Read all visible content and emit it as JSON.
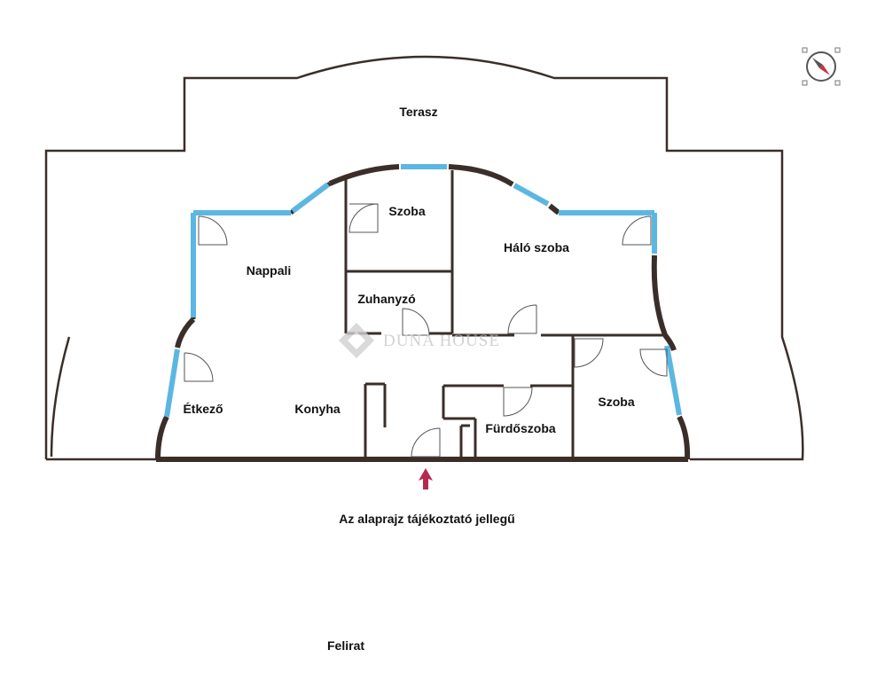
{
  "rooms": {
    "terasz": "Terasz",
    "nappali": "Nappali",
    "szoba_1": "Szoba",
    "halo_szoba": "Háló szoba",
    "zuhanyzo": "Zuhanyzó",
    "etkezo": "Étkező",
    "konyha": "Konyha",
    "furdoszoba": "Fürdőszoba",
    "szoba_2": "Szoba"
  },
  "watermark": "DUNA HOUSE",
  "disclaimer": "Az alaprajz tájékoztató jellegű",
  "caption": "Felirat",
  "icons": {
    "compass": "compass-icon",
    "entrance": "entrance-arrow-icon",
    "logo": "duna-house-logo-icon"
  },
  "colors": {
    "wall": "#3b2e28",
    "window": "#5bb7e2",
    "entrance_arrow": "#b5294e",
    "text": "#111111",
    "watermark": "#c8c8c8"
  }
}
